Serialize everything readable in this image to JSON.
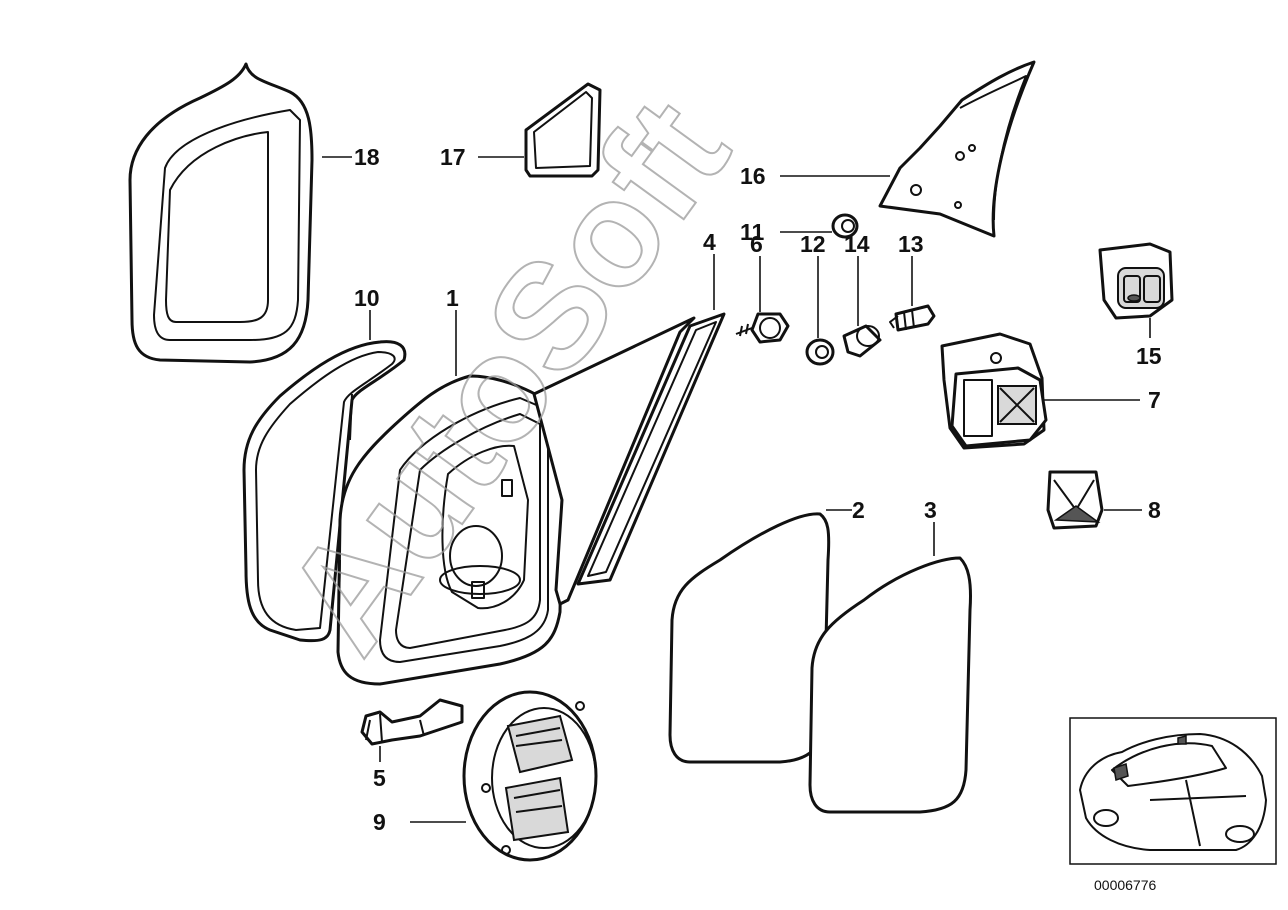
{
  "diagram": {
    "callouts": {
      "c1": "1",
      "c2": "2",
      "c3": "3",
      "c4": "4",
      "c5": "5",
      "c6": "6",
      "c7": "7",
      "c8": "8",
      "c9": "9",
      "c10": "10",
      "c11": "11",
      "c12": "12",
      "c13": "13",
      "c14": "14",
      "c15": "15",
      "c16": "16",
      "c17": "17",
      "c18": "18"
    },
    "diagram_code": "00006776",
    "watermark": "AutoSoft"
  }
}
